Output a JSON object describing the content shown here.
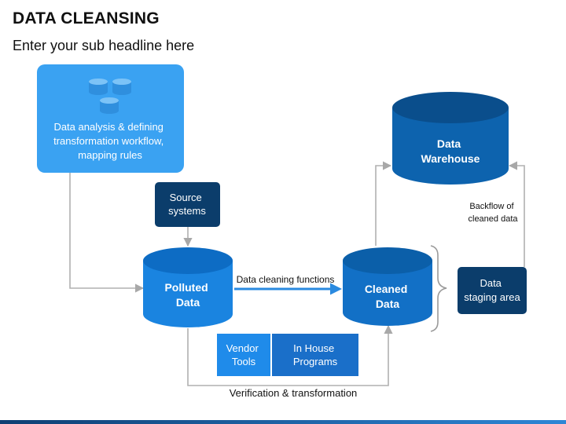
{
  "header": {
    "title": "DATA CLEANSING",
    "subtitle": "Enter your sub headline here"
  },
  "nodes": {
    "analysis": {
      "lines": [
        "Data analysis & defining",
        "transformation workflow,",
        "mapping rules"
      ]
    },
    "source": {
      "lines": [
        "Source",
        "systems"
      ]
    },
    "polluted": {
      "lines": [
        "Polluted",
        "Data"
      ]
    },
    "cleaned": {
      "lines": [
        "Cleaned",
        "Data"
      ]
    },
    "warehouse": {
      "lines": [
        "Data",
        "Warehouse"
      ]
    },
    "staging": {
      "lines": [
        "Data",
        "staging area"
      ]
    },
    "vendor": {
      "lines": [
        "Vendor",
        "Tools"
      ]
    },
    "inhouse": {
      "lines": [
        "In House",
        "Programs"
      ]
    }
  },
  "labels": {
    "cleaning_functions": "Data cleaning functions",
    "backflow": [
      "Backflow of",
      "cleaned data"
    ],
    "verification": "Verification & transformation"
  },
  "colors": {
    "light_blue": "#3aa2f2",
    "mid_blue": "#1a78d0",
    "dark_blue": "#0d5fa8",
    "navy": "#0b3d6b",
    "arrow_gray": "#b0b0b0"
  }
}
